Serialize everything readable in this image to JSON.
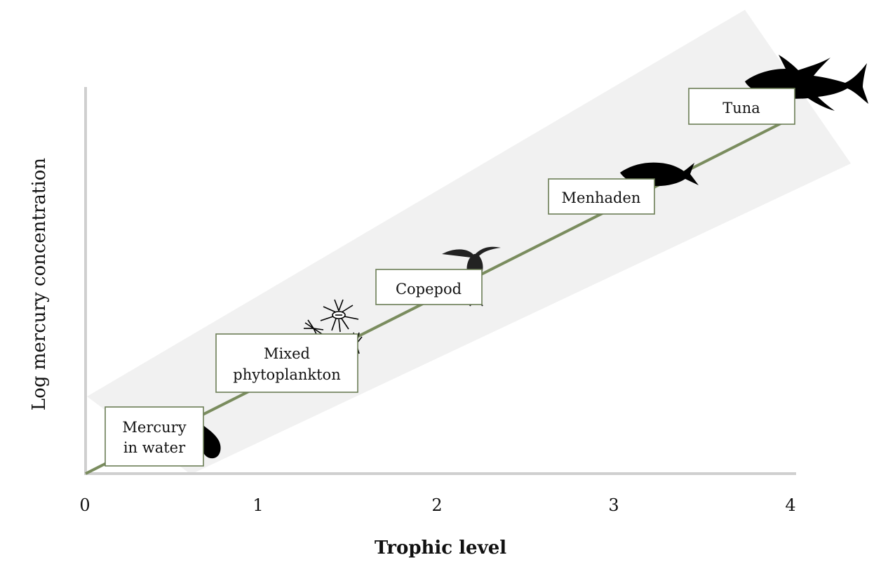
{
  "chart_data": {
    "type": "line",
    "title": "",
    "xlabel": "Trophic level",
    "ylabel": "Log mercury concentration",
    "x_ticks": [
      "0",
      "1",
      "2",
      "3",
      "4"
    ],
    "xlim": [
      0,
      4
    ],
    "y_ticks_shown": false,
    "grid": false,
    "legend": "none",
    "series": [
      {
        "x": [
          0,
          4
        ],
        "y": [
          0,
          1
        ],
        "color": "#7a8c5e"
      }
    ],
    "points": [
      {
        "label": [
          "Mercury",
          "in water"
        ],
        "icon": "water-drop-icon"
      },
      {
        "label": [
          "Mixed",
          "phytoplankton"
        ],
        "icon": "phytoplankton-icon"
      },
      {
        "label": [
          "Copepod"
        ],
        "icon": "copepod-icon"
      },
      {
        "label": [
          "Menhaden"
        ],
        "icon": "menhaden-fish-icon"
      },
      {
        "label": [
          "Tuna"
        ],
        "icon": "tuna-fish-icon"
      }
    ],
    "band_color": "#f1f1f1",
    "box_border_color": "#6b7d55",
    "axis_color": "#cfcfcf"
  }
}
